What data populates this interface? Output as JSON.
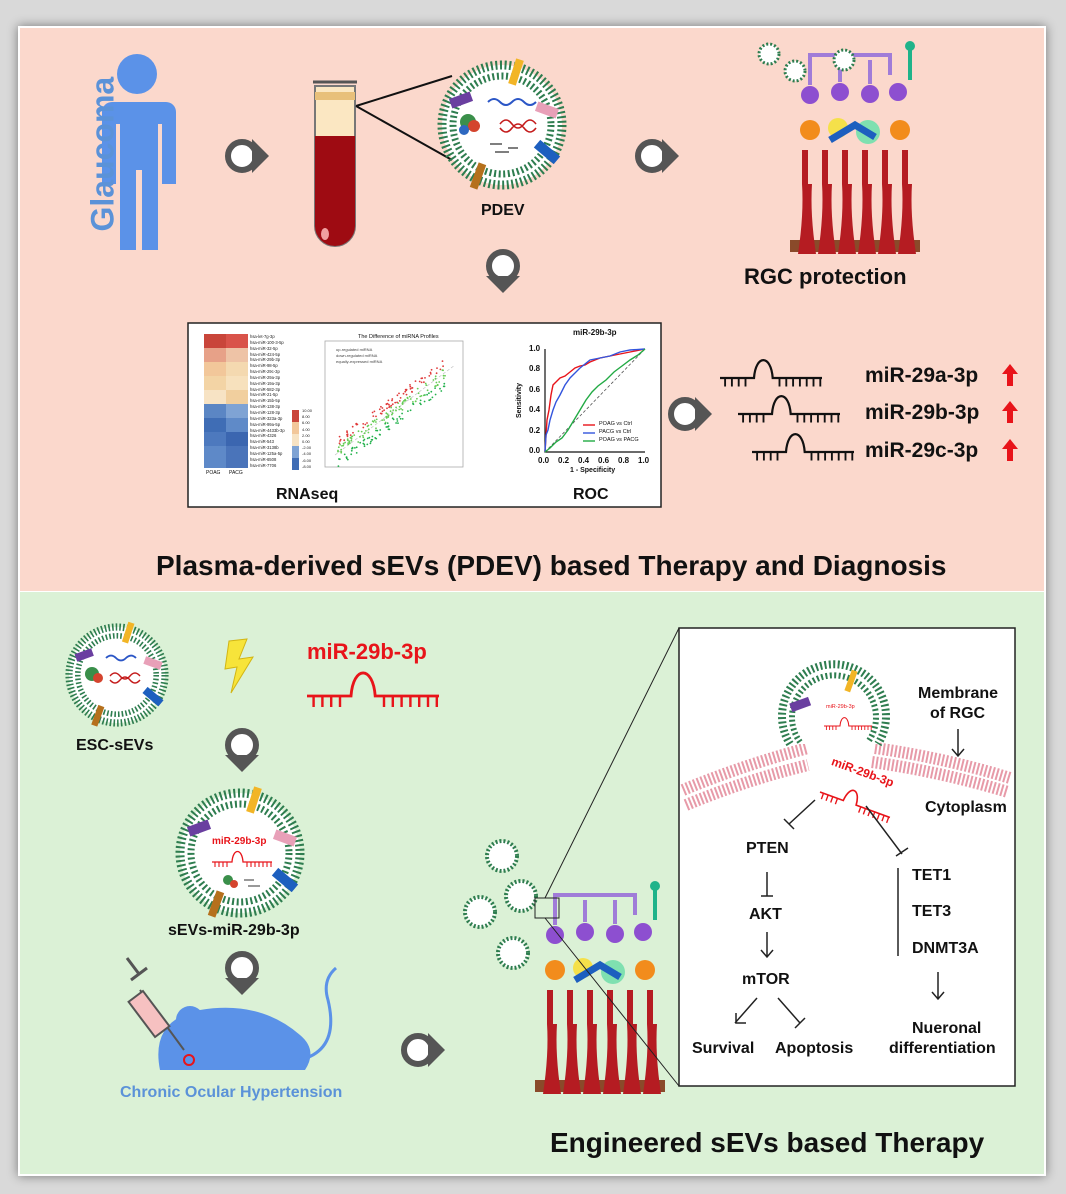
{
  "top": {
    "glaucoma": "Glaucoma",
    "pdev": "PDEV",
    "rgc_protection": "RGC protection",
    "rnaseq": "RNAseq",
    "roc": "ROC",
    "heatmap_genes": [
      "hsa-let-7g-3p",
      "hsa-miR-100-3-5p",
      "hsa-miR-32-5p",
      "hsa-miR-424-5p",
      "hsa-miR-29b-3p",
      "hsa-miR-98-5p",
      "hsa-miR-29c-3p",
      "hsa-miR-29a-3p",
      "hsa-miR-19a-3p",
      "hsa-miR-582-3p",
      "hsa-miR-21-5p",
      "hsa-miR-15b-5p",
      "hsa-miR-138-3p",
      "hsa-miR-128-3p",
      "hsa-miR-323a-3p",
      "hsa-miR-99a-5p",
      "hsa-miR-4433b-3p",
      "hsa-miR-4326",
      "hsa-miR-543",
      "hsa-miR-3138b",
      "hsa-miR-125a-5p",
      "hsa-miR-6508",
      "hsa-miR-7706"
    ],
    "heatmap_cols": [
      "POAG",
      "PACG"
    ],
    "heatmap_scale": [
      "10.00",
      "8.00",
      "6.00",
      "4.00",
      "2.00",
      "0.00",
      "-2.00",
      "-4.00",
      "-6.00",
      "-8.00"
    ],
    "scatter_title": "The Difference of miRNA Profiles",
    "scatter_legend": [
      "up-regulated miRNA",
      "down-regulated miRNA",
      "equally-expressed miRNA"
    ],
    "roc_title": "miR-29b-3p",
    "roc_ylabel": "Sensitivity",
    "roc_xlabel": "1 - Specificity",
    "roc_ticks": [
      "0.0",
      "0.2",
      "0.4",
      "0.6",
      "0.8",
      "1.0"
    ],
    "roc_legend": [
      "POAG vs Ctrl",
      "PACG vs Ctrl",
      "POAG vs PACG"
    ],
    "roc_colors": [
      "#e8141a",
      "#3355dd",
      "#22aa44"
    ],
    "mirnas": [
      "miR-29a-3p",
      "miR-29b-3p",
      "miR-29c-3p"
    ],
    "title": "Plasma-derived sEVs (PDEV) based Therapy and Diagnosis"
  },
  "bottom": {
    "esc_sevs": "ESC-sEVs",
    "mir29b": "miR-29b-3p",
    "sevs_mir29b": "sEVs-miR-29b-3p",
    "chronic": "Chronic Ocular Hypertension",
    "membrane": "Membrane",
    "of_rgc": "of RGC",
    "cytoplasm": "Cytoplasm",
    "pten": "PTEN",
    "akt": "AKT",
    "mtor": "mTOR",
    "survival": "Survival",
    "apoptosis": "Apoptosis",
    "tet1": "TET1",
    "tet3": "TET3",
    "dnmt3a": "DNMT3A",
    "nueronal": "Nueronal",
    "differentiation": "differentiation",
    "title": "Engineered sEVs based Therapy"
  }
}
